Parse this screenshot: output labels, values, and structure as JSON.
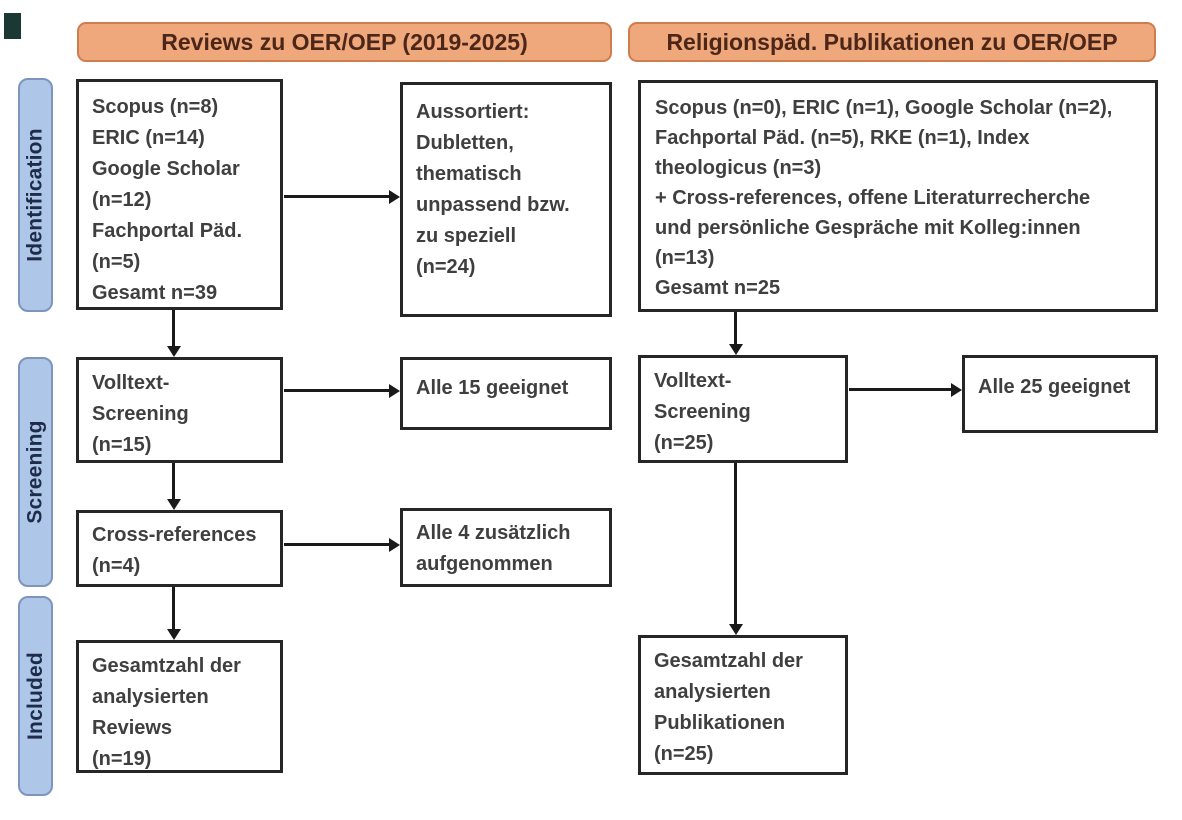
{
  "colors": {
    "header_fill": "#efa77c",
    "header_border": "#cf7d4e",
    "header_text": "#4b2619",
    "stage_fill": "#aec6e8",
    "stage_border": "#7d95bd",
    "stage_text": "#1e2c4a",
    "box_border": "#262626",
    "box_text": "#3f3f3f",
    "arrow": "#1a1a1a",
    "corner": "#1c3834"
  },
  "headers": {
    "left": "Reviews zu OER/OEP (2019-2025)",
    "right": "Religionspäd. Publikationen zu OER/OEP"
  },
  "stages": {
    "identification": "Identification",
    "screening": "Screening",
    "included": "Included"
  },
  "boxes": {
    "left_sources": {
      "lines": [
        "Scopus (n=8)",
        "ERIC (n=14)",
        "Google Scholar",
        "(n=12)",
        "Fachportal Päd.",
        "(n=5)",
        "Gesamt n=39"
      ]
    },
    "left_excluded": {
      "lines": [
        "Aussortiert:",
        "Dubletten,",
        "thematisch",
        "unpassend bzw.",
        "zu speziell",
        "(n=24)"
      ]
    },
    "left_fulltext": {
      "lines": [
        "Volltext-",
        "Screening",
        "(n=15)"
      ]
    },
    "left_eligible": {
      "lines": [
        "Alle 15 geeignet"
      ]
    },
    "left_crossref": {
      "lines": [
        "Cross-references",
        "(n=4)"
      ]
    },
    "left_added": {
      "lines": [
        "Alle 4 zusätzlich",
        "aufgenommen"
      ]
    },
    "left_included": {
      "lines": [
        "Gesamtzahl der",
        "analysierten",
        "Reviews",
        "(n=19)"
      ]
    },
    "right_sources": {
      "lines": [
        "Scopus (n=0), ERIC (n=1), Google Scholar (n=2),",
        "Fachportal Päd. (n=5), RKE (n=1), Index",
        "theologicus (n=3)",
        "+ Cross-references, offene Literaturrecherche",
        "und persönliche Gespräche mit Kolleg:innen",
        "(n=13)",
        "Gesamt n=25"
      ]
    },
    "right_fulltext": {
      "lines": [
        "Volltext-",
        "Screening",
        "(n=25)"
      ]
    },
    "right_eligible": {
      "lines": [
        "Alle 25 geeignet"
      ]
    },
    "right_included": {
      "lines": [
        "Gesamtzahl der",
        "analysierten",
        "Publikationen",
        "(n=25)"
      ]
    }
  }
}
